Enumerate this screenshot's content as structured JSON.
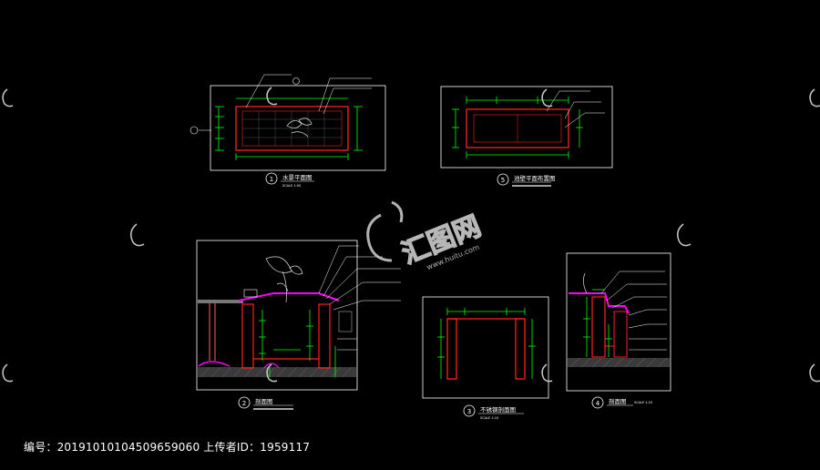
{
  "drawings": {
    "d1": {
      "num": "1",
      "title": "水景平面图",
      "scale": "SCALE 1:50"
    },
    "d5": {
      "num": "5",
      "title": "池壁平面布置图"
    },
    "d2": {
      "num": "2",
      "title": "剖面图"
    },
    "d3": {
      "num": "3",
      "title": "不锈钢剖面图",
      "scale": "SCALE 1:10"
    },
    "d4": {
      "num": "4",
      "title": "剖面图",
      "scale": "SCALE 1:10"
    }
  },
  "watermark": {
    "brand": "汇图网",
    "url": "www.huitu.com"
  },
  "footer": {
    "text": "编号：20191010104509659060 上传者ID：1959117"
  },
  "colors": {
    "bg": "#000000",
    "frame": "#ffffff",
    "green": "#00ff00",
    "red": "#ff2020",
    "magenta": "#ff00ff",
    "yellow": "#ffff00"
  }
}
